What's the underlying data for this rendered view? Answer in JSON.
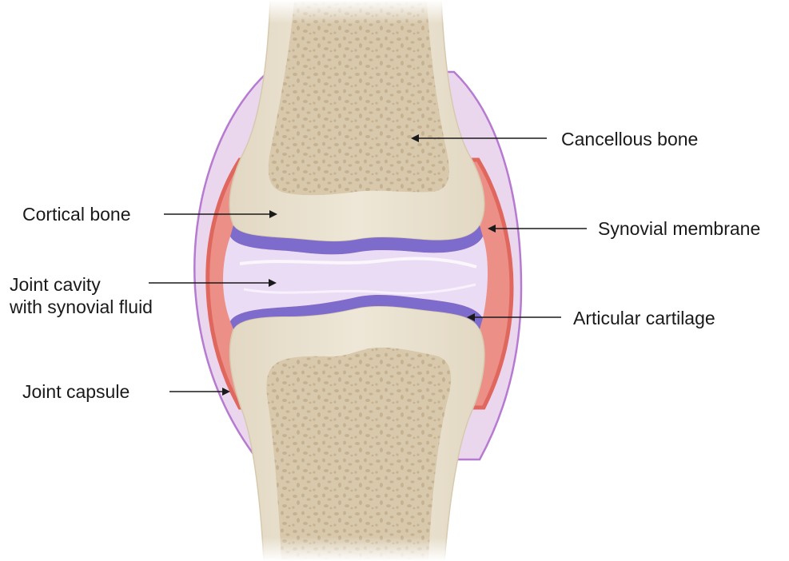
{
  "labels": {
    "cancellous_bone": "Cancellous bone",
    "cortical_bone": "Cortical bone",
    "synovial_membrane": "Synovial membrane",
    "joint_cavity_line1": "Joint cavity",
    "joint_cavity_line2": "with synovial fluid",
    "articular_cartilage": "Articular cartilage",
    "joint_capsule": "Joint capsule"
  },
  "colors": {
    "cortical_bone": "#e8dfcc",
    "cancellous_bone": "#d8c9ad",
    "bone_pore": "#c6b290",
    "articular_cartilage": "#7e6ccc",
    "synovial_membrane": "#e0675e",
    "joint_capsule": "#b67ad0",
    "capsule_fill": "#ead7ee",
    "synovial_fluid": "#eadcf4",
    "arrow": "#1a1a1a"
  }
}
